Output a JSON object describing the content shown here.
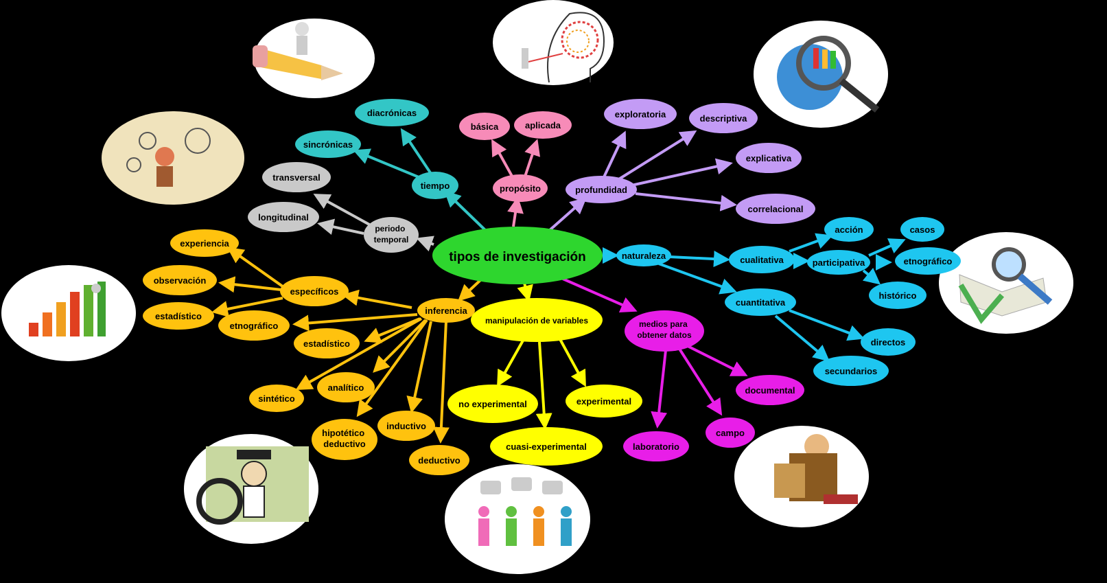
{
  "central": {
    "label": "tipos de investigación",
    "color": "#2ed62e"
  },
  "colors": {
    "teal": "#33c6c6",
    "pink": "#f78bb8",
    "purple": "#c39bf5",
    "gray": "#c9c9c9",
    "orange": "#ffc20e",
    "yellow": "#ffff00",
    "magenta": "#e81ee8",
    "cyan": "#1ec6f0"
  },
  "branches": {
    "tiempo": {
      "label": "tiempo",
      "children": [
        "sincrónicas",
        "diacrónicas"
      ]
    },
    "proposito": {
      "label": "propósito",
      "children": [
        "básica",
        "aplicada"
      ]
    },
    "profundidad": {
      "label": "profundidad",
      "children": [
        "exploratoria",
        "descriptiva",
        "explicativa",
        "correlacional"
      ]
    },
    "periodo": {
      "label": "periodo temporal",
      "children": [
        "transversal",
        "longitudinal"
      ]
    },
    "naturaleza": {
      "label": "naturaleza",
      "cualitativa": {
        "label": "cualitativa",
        "children": [
          "acción"
        ]
      },
      "participativa": {
        "label": "participativa",
        "children": [
          "casos",
          "etnográfico",
          "histórico"
        ]
      },
      "cuantitativa": {
        "label": "cuantitativa",
        "children": [
          "directos",
          "secundarios"
        ]
      }
    },
    "inferencia": {
      "label": "inferencia",
      "especificos": {
        "label": "específicos",
        "children": [
          "experiencia",
          "observación",
          "estadístico"
        ]
      },
      "children": [
        "etnográfico",
        "estadístico",
        "analítico",
        "sintético",
        "inductivo",
        "hipotético deductivo",
        "deductivo"
      ]
    },
    "manipulacion": {
      "label": "manipulación de variables",
      "children": [
        "no experimental",
        "cuasi-experimental",
        "experimental"
      ]
    },
    "medios": {
      "label": "medios para obtener datos",
      "children": [
        "documental",
        "campo",
        "laboratorio"
      ]
    }
  },
  "illustrations": [
    "pencil-person-icon",
    "thinking-head-icon",
    "magnifier-globe-icon",
    "clocks-scientist-icon",
    "magnifier-book-icon",
    "bar-chart-icon",
    "detective-icon",
    "people-speech-icon",
    "reading-scholar-icon"
  ]
}
